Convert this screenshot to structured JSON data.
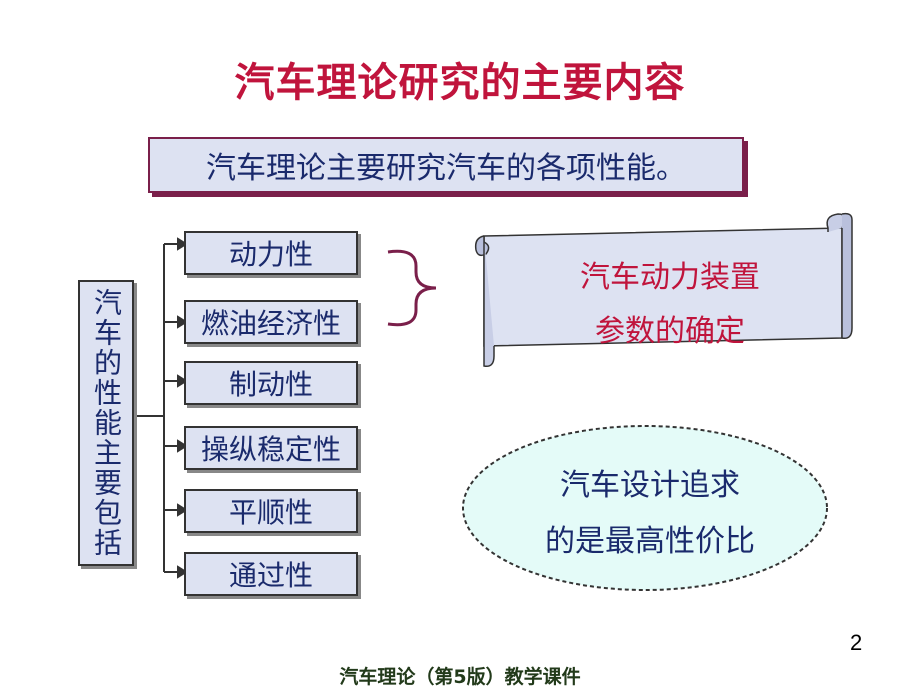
{
  "title": "汽车理论研究的主要内容",
  "subtitle": "汽车理论主要研究汽车的各项性能。",
  "category_label": "汽车的性能主要包括",
  "performances": [
    "动力性",
    "燃油经济性",
    "制动性",
    "操纵稳定性",
    "平顺性",
    "通过性"
  ],
  "scroll_text": {
    "line1": "汽车动力装置",
    "line2": "参数的确定"
  },
  "oval_text": {
    "line1": "汽车设计追求",
    "line2": "的是最高性价比"
  },
  "page_number": "2",
  "footer": "汽车理论（第5版）教学课件",
  "colors": {
    "title": "#c0143c",
    "box_fill": "#dde2f2",
    "text_blue": "#1a2a6c",
    "oval_fill": "#e4fbf8",
    "bracket": "#7a1f4a"
  }
}
